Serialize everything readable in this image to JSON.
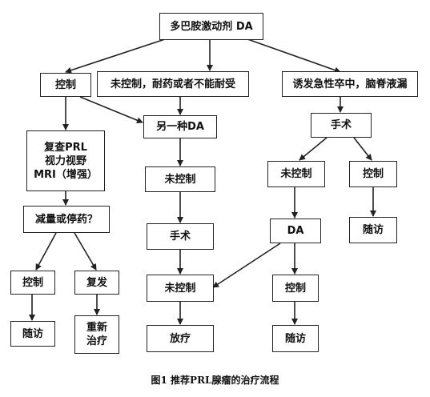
{
  "nodes": {
    "start": "多巴胺激动剂 DA",
    "controlled": "控制",
    "uncontrolled_intolerant": "未控制，耐药或者不能耐受",
    "apoplexy_csf_leak": "诱发急性卒中，脑脊液漏",
    "recheck": "复查PRL\n视力视野\nMRI（增强）",
    "reduce_or_stop": "减量或停药？",
    "left_controlled": "控制",
    "relapse": "复发",
    "left_followup": "随访",
    "retreat": "重新\n治疗",
    "another_da": "另一种DA",
    "mid_uncontrolled_1": "未控制",
    "mid_surgery": "手术",
    "mid_uncontrolled_2": "未控制",
    "radiotherapy": "放疗",
    "right_surgery": "手术",
    "right_uncontrolled": "未控制",
    "right_controlled": "控制",
    "right_da": "DA",
    "right_followup_1": "随访",
    "da_controlled": "控制",
    "da_followup": "随访"
  },
  "caption": "图1  推荐PRL腺瘤的治疗流程"
}
